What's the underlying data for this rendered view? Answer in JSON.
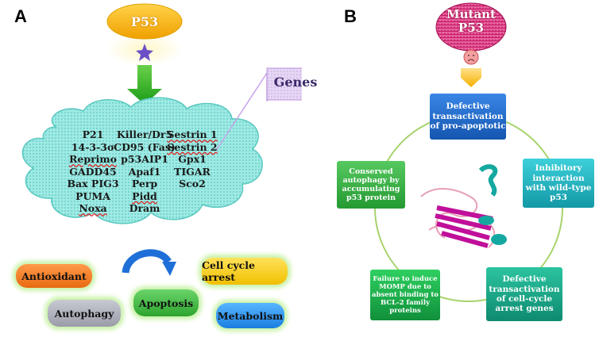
{
  "panel_a": {
    "label": "A",
    "top_node": "P53",
    "callout": "Genes",
    "genes": {
      "col1": [
        "P21",
        "14-3-3σ",
        "Reprimo",
        "GADD45",
        "Bax PIG3",
        "PUMA",
        "Noxa"
      ],
      "col2": [
        "Killer/Dr5",
        "CD95 (Fas)",
        "p53AIP1",
        "Apaf1",
        "Perp",
        "Pidd",
        "Dram"
      ],
      "col3": [
        "Sestrin 1",
        "Sestrin 2",
        "Gpx1",
        "TIGAR",
        "Sco2"
      ]
    },
    "outcomes": {
      "antioxidant": "Antioxidant",
      "cell_cycle_arrest": "Cell cycle arrest",
      "autophagy": "Autophagy",
      "apoptosis": "Apoptosis",
      "metabolism": "Metabolism"
    },
    "colors": {
      "p53": "#f5b400",
      "arrow": "#2db21f",
      "cloud": "#8fe6e0",
      "antioxidant": "#f07a1e",
      "cell_cycle_arrest": "#f6cf1a",
      "autophagy": "#a7a9b4",
      "apoptosis": "#3cb43c",
      "metabolism": "#2a8ee8"
    }
  },
  "panel_b": {
    "label": "B",
    "top_node": "Mutant P53",
    "boxes": {
      "top": "Defective transactivation of pro-apoptotic",
      "right": "Inhibitory interaction with wild-type p53",
      "bottom_right": "Defective transactivation of cell-cycle arrest genes",
      "bottom_left": "Failure to induce MOMP due to absent binding to BCL-2 family proteins",
      "left": "Conserved autophagy by accumulating p53 protein"
    },
    "colors": {
      "mutant": "#d6247a",
      "top": "#1f6fd0",
      "right": "#22b8c2",
      "bottom_right": "#1aa68a",
      "bottom_left": "#1bb34a",
      "left": "#35b04a",
      "circle": "#a7d36b"
    }
  }
}
